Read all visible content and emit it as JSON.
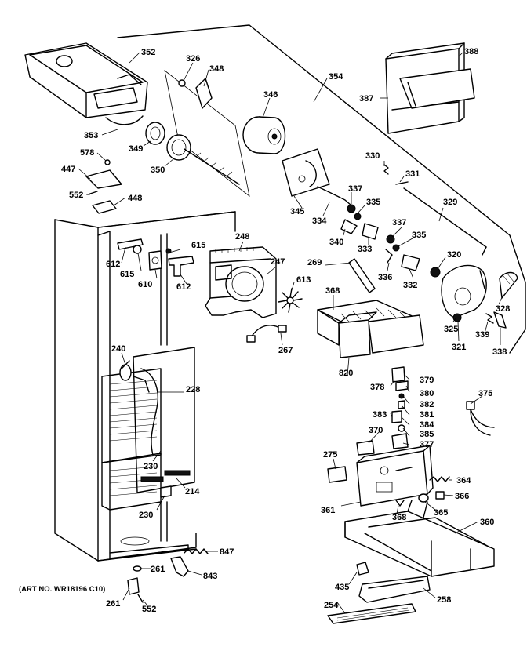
{
  "diagram": {
    "art_number": "(ART NO. WR18196 C10)",
    "part_labels": [
      {
        "id": "352",
        "text": "352"
      },
      {
        "id": "326",
        "text": "326"
      },
      {
        "id": "348",
        "text": "348"
      },
      {
        "id": "346",
        "text": "346"
      },
      {
        "id": "354",
        "text": "354"
      },
      {
        "id": "388",
        "text": "388"
      },
      {
        "id": "387",
        "text": "387"
      },
      {
        "id": "353",
        "text": "353"
      },
      {
        "id": "349",
        "text": "349"
      },
      {
        "id": "350",
        "text": "350"
      },
      {
        "id": "578",
        "text": "578"
      },
      {
        "id": "447",
        "text": "447"
      },
      {
        "id": "552a",
        "text": "552"
      },
      {
        "id": "448",
        "text": "448"
      },
      {
        "id": "345",
        "text": "345"
      },
      {
        "id": "334",
        "text": "334"
      },
      {
        "id": "337a",
        "text": "337"
      },
      {
        "id": "335a",
        "text": "335"
      },
      {
        "id": "330",
        "text": "330"
      },
      {
        "id": "331",
        "text": "331"
      },
      {
        "id": "329",
        "text": "329"
      },
      {
        "id": "340",
        "text": "340"
      },
      {
        "id": "333",
        "text": "333"
      },
      {
        "id": "337b",
        "text": "337"
      },
      {
        "id": "335b",
        "text": "335"
      },
      {
        "id": "336",
        "text": "336"
      },
      {
        "id": "332",
        "text": "332"
      },
      {
        "id": "320",
        "text": "320"
      },
      {
        "id": "328",
        "text": "328"
      },
      {
        "id": "325",
        "text": "325"
      },
      {
        "id": "321",
        "text": "321"
      },
      {
        "id": "339",
        "text": "339"
      },
      {
        "id": "338",
        "text": "338"
      },
      {
        "id": "615a",
        "text": "615"
      },
      {
        "id": "248",
        "text": "248"
      },
      {
        "id": "612a",
        "text": "612"
      },
      {
        "id": "615b",
        "text": "615"
      },
      {
        "id": "610",
        "text": "610"
      },
      {
        "id": "612b",
        "text": "612"
      },
      {
        "id": "247",
        "text": "247"
      },
      {
        "id": "269",
        "text": "269"
      },
      {
        "id": "613",
        "text": "613"
      },
      {
        "id": "368a",
        "text": "368"
      },
      {
        "id": "267",
        "text": "267"
      },
      {
        "id": "820",
        "text": "820"
      },
      {
        "id": "240",
        "text": "240"
      },
      {
        "id": "228",
        "text": "228"
      },
      {
        "id": "378",
        "text": "378"
      },
      {
        "id": "379",
        "text": "379"
      },
      {
        "id": "380",
        "text": "380"
      },
      {
        "id": "382",
        "text": "382"
      },
      {
        "id": "381",
        "text": "381"
      },
      {
        "id": "383",
        "text": "383"
      },
      {
        "id": "384",
        "text": "384"
      },
      {
        "id": "385",
        "text": "385"
      },
      {
        "id": "370",
        "text": "370"
      },
      {
        "id": "377",
        "text": "377"
      },
      {
        "id": "375",
        "text": "375"
      },
      {
        "id": "275",
        "text": "275"
      },
      {
        "id": "230a",
        "text": "230"
      },
      {
        "id": "214",
        "text": "214"
      },
      {
        "id": "364",
        "text": "364"
      },
      {
        "id": "366",
        "text": "366"
      },
      {
        "id": "361",
        "text": "361"
      },
      {
        "id": "368b",
        "text": "368"
      },
      {
        "id": "365",
        "text": "365"
      },
      {
        "id": "230b",
        "text": "230"
      },
      {
        "id": "360",
        "text": "360"
      },
      {
        "id": "847",
        "text": "847"
      },
      {
        "id": "261a",
        "text": "261"
      },
      {
        "id": "843",
        "text": "843"
      },
      {
        "id": "261b",
        "text": "261"
      },
      {
        "id": "552b",
        "text": "552"
      },
      {
        "id": "435",
        "text": "435"
      },
      {
        "id": "258",
        "text": "258"
      },
      {
        "id": "254",
        "text": "254"
      }
    ]
  }
}
